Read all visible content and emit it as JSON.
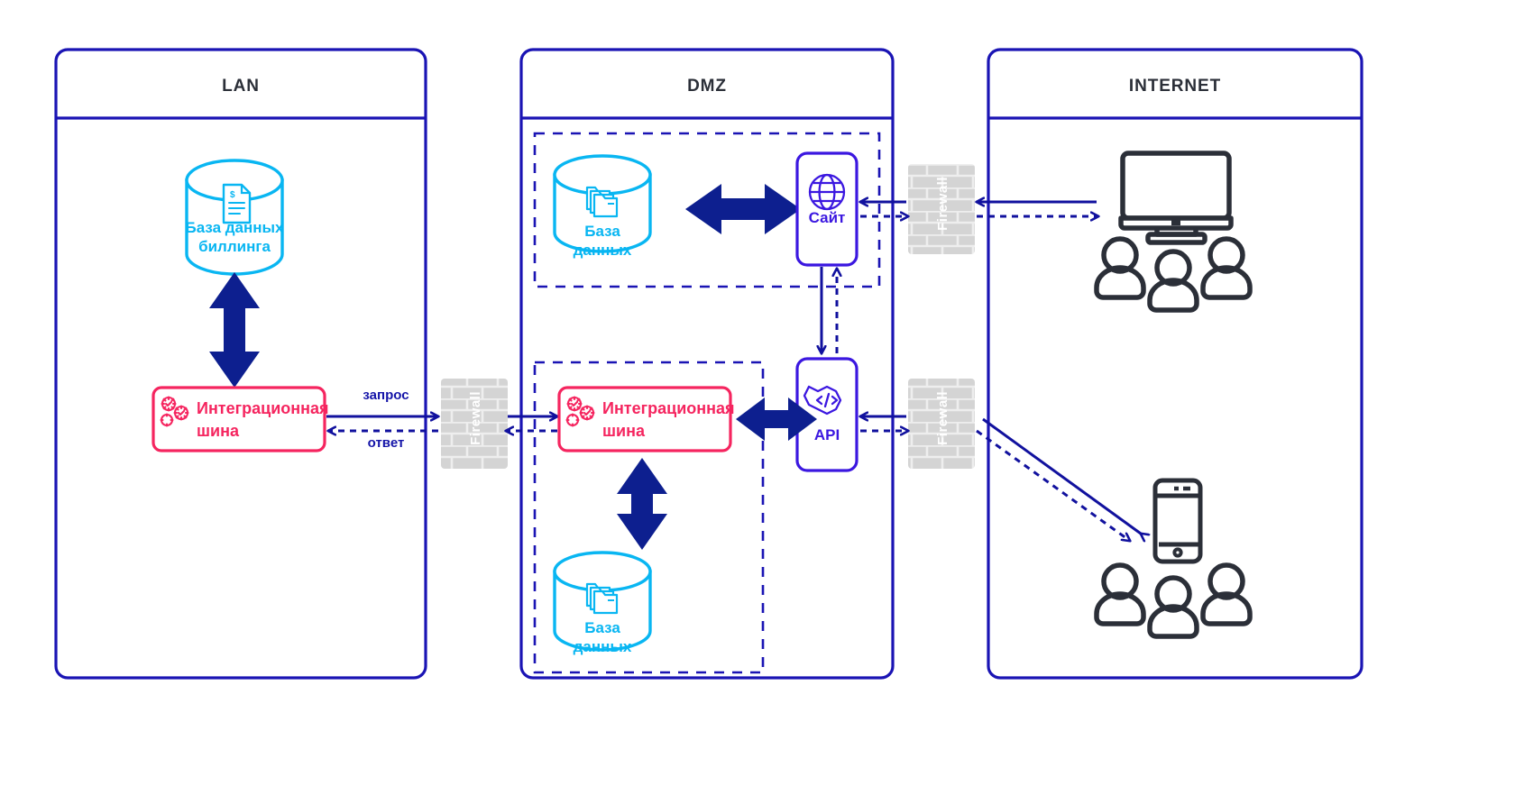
{
  "diagram": {
    "title_lan": "LAN",
    "title_dmz": "DMZ",
    "title_internet": "INTERNET",
    "colors": {
      "panel_border": "#1a14b4",
      "database_cyan": "#09b6f2",
      "bus_crimson": "#f5255f",
      "service_violet": "#3b17e0",
      "arrow_navy": "#11119e",
      "thick_arrow_navy": "#0d1f8f",
      "firewall_gray": "#d2d2d2",
      "device_dark": "#2b2f38",
      "title_dark": "#2b2f38"
    }
  },
  "lan": {
    "database": {
      "label_line1": "База данных",
      "label_line2": "биллинга",
      "icon": "invoice-document-icon"
    },
    "bus": {
      "label_line1": "Интеграционная",
      "label_line2": "шина",
      "icon": "gears-icon"
    }
  },
  "dmz": {
    "database_top": {
      "label_line1": "База",
      "label_line2": "данных",
      "icon": "folders-icon"
    },
    "database_bottom": {
      "label_line1": "База",
      "label_line2": "данных",
      "icon": "folders-icon"
    },
    "bus": {
      "label_line1": "Интеграционная",
      "label_line2": "шина",
      "icon": "gears-icon"
    },
    "site": {
      "label": "Сайт",
      "icon": "globe-icon"
    },
    "api": {
      "label": "API",
      "icon": "code-brackets-icon"
    }
  },
  "internet": {
    "desktop": {
      "icon": "desktop-monitor-icon",
      "users_icon": "users-group-icon"
    },
    "mobile": {
      "icon": "smartphone-icon",
      "users_icon": "users-group-icon"
    }
  },
  "firewalls": [
    {
      "label": "Firewall",
      "position": "lan-dmz"
    },
    {
      "label": "Firewall",
      "position": "dmz-internet-site"
    },
    {
      "label": "Firewall",
      "position": "dmz-internet-api"
    }
  ],
  "flows": {
    "request": "запрос",
    "response": "ответ"
  }
}
